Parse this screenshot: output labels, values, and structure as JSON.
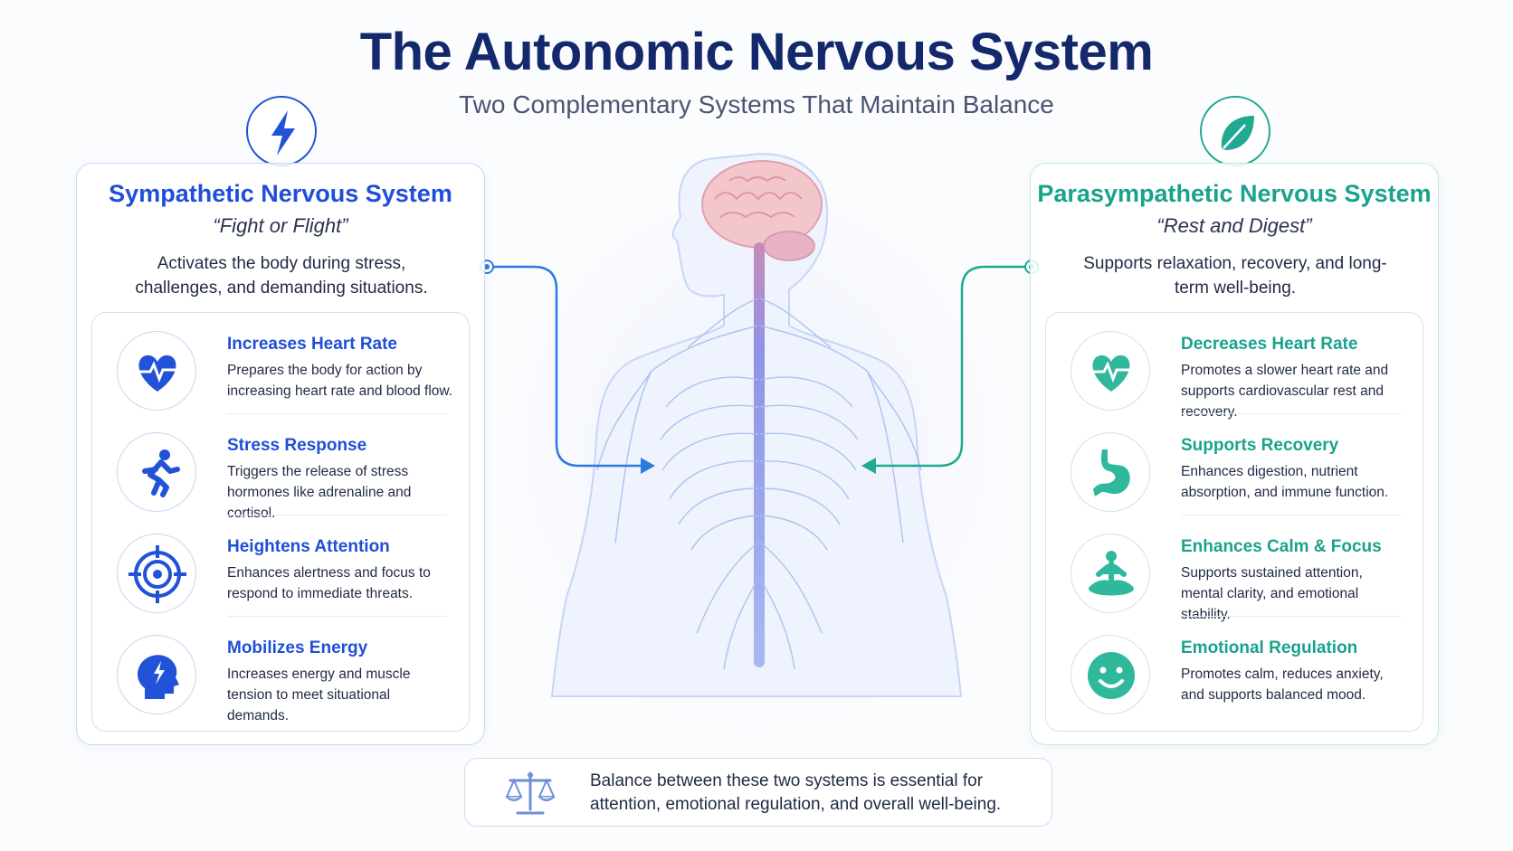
{
  "header": {
    "title": "The Autonomic Nervous System",
    "subtitle": "Two Complementary Systems That Maintain Balance"
  },
  "sympathetic": {
    "title": "Sympathetic Nervous System",
    "tagline": "“Fight or Flight”",
    "description": "Activates the body during stress, challenges, and demanding situations.",
    "accent_color": "#1f4fd6",
    "top_icon": "lightning-icon",
    "items": [
      {
        "icon": "heart-pulse-icon",
        "title": "Increases Heart Rate",
        "description": "Prepares the body for action by increasing heart rate and blood flow."
      },
      {
        "icon": "running-person-icon",
        "title": "Stress Response",
        "description": "Triggers the release of stress hormones like adrenaline and cortisol."
      },
      {
        "icon": "target-icon",
        "title": "Heightens Attention",
        "description": "Enhances alertness and focus to respond to immediate threats."
      },
      {
        "icon": "head-lightning-icon",
        "title": "Mobilizes Energy",
        "description": "Increases energy and muscle tension to meet situational demands."
      }
    ]
  },
  "parasympathetic": {
    "title": "Parasympathetic Nervous System",
    "tagline": "“Rest and Digest”",
    "description": "Supports relaxation, recovery, and long-term well-being.",
    "accent_color": "#19a38c",
    "top_icon": "leaf-icon",
    "items": [
      {
        "icon": "heart-pulse-icon",
        "title": "Decreases Heart Rate",
        "description": "Promotes a slower heart rate and supports cardiovascular rest and recovery."
      },
      {
        "icon": "stomach-icon",
        "title": "Supports Recovery",
        "description": "Enhances digestion, nutrient absorption, and immune function."
      },
      {
        "icon": "meditation-icon",
        "title": "Enhances Calm & Focus",
        "description": "Supports sustained attention, mental clarity, and emotional stability."
      },
      {
        "icon": "smiley-icon",
        "title": "Emotional Regulation",
        "description": "Promotes calm, reduces anxiety, and supports balanced mood."
      }
    ]
  },
  "footer": {
    "icon": "balance-scale-icon",
    "text": "Balance between these two systems is essential for attention, emotional regulation, and overall well-being."
  }
}
